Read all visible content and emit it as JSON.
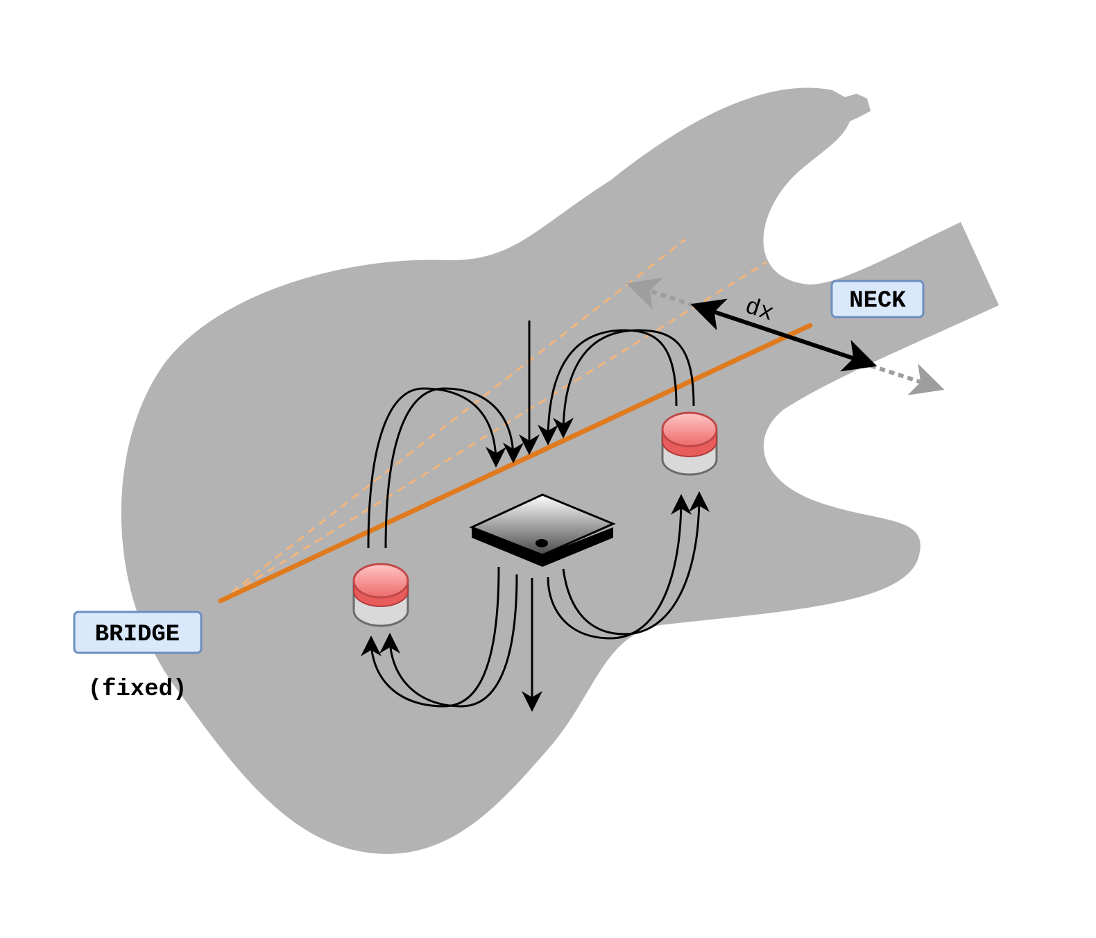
{
  "labels": {
    "bridge": "BRIDGE",
    "bridge_note": "(fixed)",
    "neck": "NECK",
    "displacement": "dx"
  },
  "colors": {
    "body": "#b3b3b3",
    "string": "#e07a1f",
    "string_ghost": "#f5b57a",
    "tag_fill": "#dae8fc",
    "tag_stroke": "#6c8ebf",
    "magnet_top": "#f08080",
    "magnet_base": "#d9d9d9",
    "arrow": "#000000",
    "arrow_ghost": "#9e9e9e"
  }
}
